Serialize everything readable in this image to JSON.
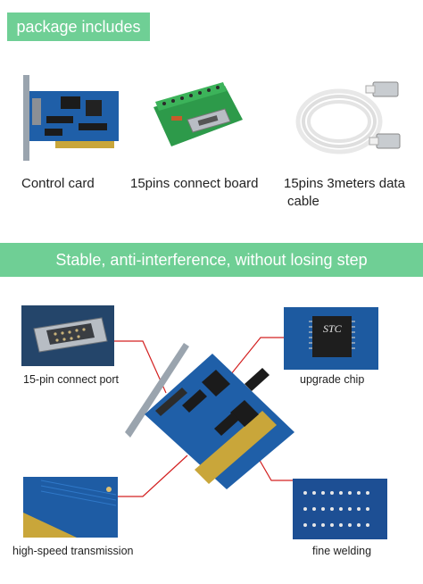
{
  "header": {
    "title": "package includes"
  },
  "package_items": [
    {
      "label": "Control card"
    },
    {
      "label": "15pins connect board"
    },
    {
      "label_line1": "15pins 3meters data",
      "label_line2": "cable"
    }
  ],
  "banner": {
    "text": "Stable, anti-interference, without losing step"
  },
  "features": [
    {
      "label": "15-pin connect port"
    },
    {
      "label": "upgrade chip",
      "chip_text": "STC"
    },
    {
      "label": "high-speed transmission"
    },
    {
      "label": "fine welding"
    }
  ],
  "colors": {
    "accent": "#6fcf95",
    "pcb_blue": "#1f5fa8",
    "callout": "#d32020"
  }
}
